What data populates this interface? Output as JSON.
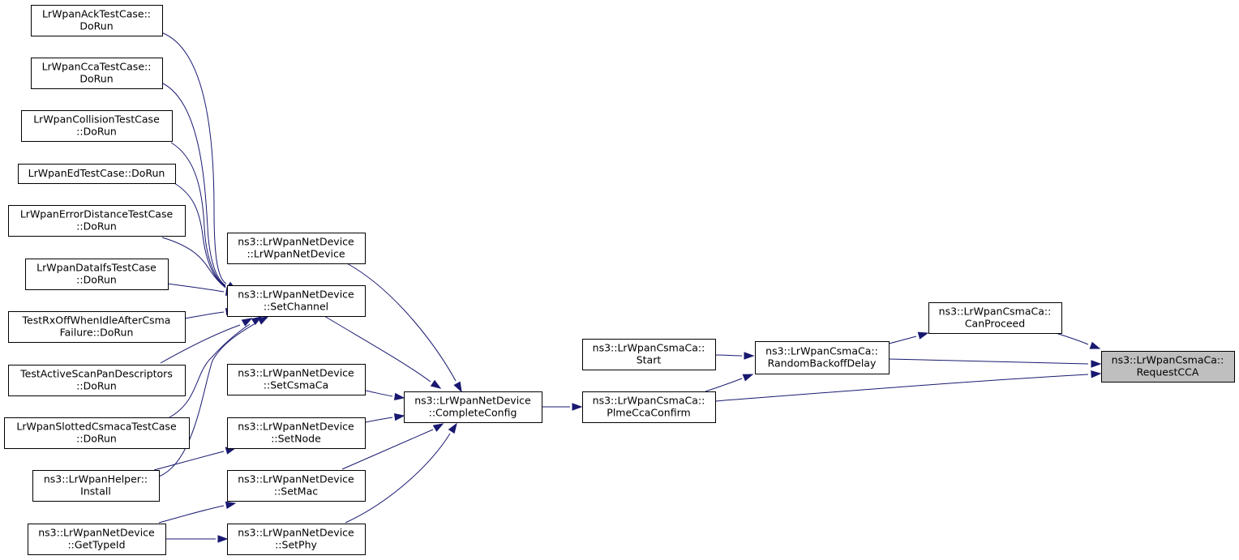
{
  "diagram": {
    "nodes": [
      {
        "id": "ack",
        "lines": [
          "LrWpanAckTestCase::",
          "DoRun"
        ]
      },
      {
        "id": "cca",
        "lines": [
          "LrWpanCcaTestCase::",
          "DoRun"
        ]
      },
      {
        "id": "collision",
        "lines": [
          "LrWpanCollisionTestCase",
          "::DoRun"
        ]
      },
      {
        "id": "ed",
        "lines": [
          "LrWpanEdTestCase::DoRun"
        ]
      },
      {
        "id": "errdist",
        "lines": [
          "LrWpanErrorDistanceTestCase",
          "::DoRun"
        ]
      },
      {
        "id": "dataifs",
        "lines": [
          "LrWpanDataIfsTestCase",
          "::DoRun"
        ]
      },
      {
        "id": "rxoff",
        "lines": [
          "TestRxOffWhenIdleAfterCsma",
          "Failure::DoRun"
        ]
      },
      {
        "id": "activescan",
        "lines": [
          "TestActiveScanPanDescriptors",
          "::DoRun"
        ]
      },
      {
        "id": "slotted",
        "lines": [
          "LrWpanSlottedCsmacaTestCase",
          "::DoRun"
        ]
      },
      {
        "id": "install",
        "lines": [
          "ns3::LrWpanHelper::",
          "Install"
        ]
      },
      {
        "id": "gettypeid",
        "lines": [
          "ns3::LrWpanNetDevice",
          "::GetTypeId"
        ]
      },
      {
        "id": "ctor",
        "lines": [
          "ns3::LrWpanNetDevice",
          "::LrWpanNetDevice"
        ]
      },
      {
        "id": "setchannel",
        "lines": [
          "ns3::LrWpanNetDevice",
          "::SetChannel"
        ]
      },
      {
        "id": "setcsmaca",
        "lines": [
          "ns3::LrWpanNetDevice",
          "::SetCsmaCa"
        ]
      },
      {
        "id": "setnode",
        "lines": [
          "ns3::LrWpanNetDevice",
          "::SetNode"
        ]
      },
      {
        "id": "setmac",
        "lines": [
          "ns3::LrWpanNetDevice",
          "::SetMac"
        ]
      },
      {
        "id": "setphy",
        "lines": [
          "ns3::LrWpanNetDevice",
          "::SetPhy"
        ]
      },
      {
        "id": "complete",
        "lines": [
          "ns3::LrWpanNetDevice",
          "::CompleteConfig"
        ]
      },
      {
        "id": "start",
        "lines": [
          "ns3::LrWpanCsmaCa::",
          "Start"
        ]
      },
      {
        "id": "plme",
        "lines": [
          "ns3::LrWpanCsmaCa::",
          "PlmeCcaConfirm"
        ]
      },
      {
        "id": "backoff",
        "lines": [
          "ns3::LrWpanCsmaCa::",
          "RandomBackoffDelay"
        ]
      },
      {
        "id": "canproceed",
        "lines": [
          "ns3::LrWpanCsmaCa::",
          "CanProceed"
        ]
      },
      {
        "id": "requestcca",
        "lines": [
          "ns3::LrWpanCsmaCa::",
          "RequestCCA"
        ],
        "focus": true
      }
    ],
    "edges": [
      {
        "from": "ack",
        "to": "setchannel"
      },
      {
        "from": "cca",
        "to": "setchannel"
      },
      {
        "from": "collision",
        "to": "setchannel"
      },
      {
        "from": "ed",
        "to": "setchannel"
      },
      {
        "from": "errdist",
        "to": "setchannel"
      },
      {
        "from": "dataifs",
        "to": "setchannel"
      },
      {
        "from": "rxoff",
        "to": "setchannel"
      },
      {
        "from": "activescan",
        "to": "setchannel"
      },
      {
        "from": "slotted",
        "to": "setchannel"
      },
      {
        "from": "install",
        "to": "setchannel"
      },
      {
        "from": "install",
        "to": "setnode"
      },
      {
        "from": "gettypeid",
        "to": "setmac"
      },
      {
        "from": "gettypeid",
        "to": "setphy"
      },
      {
        "from": "ctor",
        "to": "complete"
      },
      {
        "from": "setchannel",
        "to": "complete"
      },
      {
        "from": "setcsmaca",
        "to": "complete"
      },
      {
        "from": "setnode",
        "to": "complete"
      },
      {
        "from": "setmac",
        "to": "complete"
      },
      {
        "from": "setphy",
        "to": "complete"
      },
      {
        "from": "complete",
        "to": "plme"
      },
      {
        "from": "start",
        "to": "backoff"
      },
      {
        "from": "plme",
        "to": "backoff"
      },
      {
        "from": "plme",
        "to": "requestcca"
      },
      {
        "from": "backoff",
        "to": "canproceed"
      },
      {
        "from": "backoff",
        "to": "requestcca"
      },
      {
        "from": "canproceed",
        "to": "requestcca"
      }
    ],
    "colors": {
      "edge": "#191970",
      "focus_fill": "#bfbfbf"
    }
  }
}
